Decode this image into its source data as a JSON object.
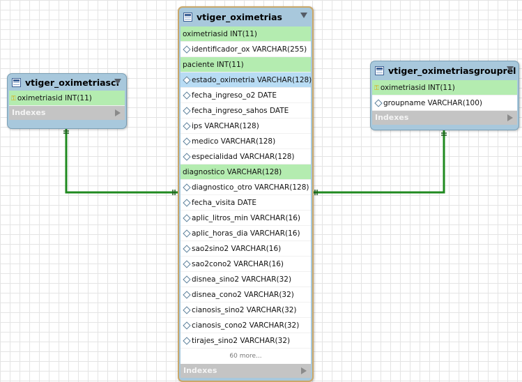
{
  "tables": {
    "left": {
      "name": "vtiger_oximetriascf",
      "columns": [
        {
          "text": "oximetriasid INT(11)",
          "kind": "pk"
        }
      ],
      "indexes_label": "Indexes"
    },
    "center": {
      "name": "vtiger_oximetrias",
      "columns": [
        {
          "text": "oximetriasid INT(11)",
          "kind": "fk"
        },
        {
          "text": "identificador_ox VARCHAR(255)",
          "kind": "col"
        },
        {
          "text": "paciente INT(11)",
          "kind": "fk"
        },
        {
          "text": "estado_oximetria VARCHAR(128)",
          "kind": "sel"
        },
        {
          "text": "fecha_ingreso_o2 DATE",
          "kind": "col"
        },
        {
          "text": "fecha_ingreso_sahos DATE",
          "kind": "col"
        },
        {
          "text": "ips VARCHAR(128)",
          "kind": "col"
        },
        {
          "text": "medico VARCHAR(128)",
          "kind": "col"
        },
        {
          "text": "especialidad VARCHAR(128)",
          "kind": "col"
        },
        {
          "text": "diagnostico VARCHAR(128)",
          "kind": "fk"
        },
        {
          "text": "diagnostico_otro VARCHAR(128)",
          "kind": "col"
        },
        {
          "text": "fecha_visita DATE",
          "kind": "col"
        },
        {
          "text": "aplic_litros_min VARCHAR(16)",
          "kind": "col"
        },
        {
          "text": "aplic_horas_dia VARCHAR(16)",
          "kind": "col"
        },
        {
          "text": "sao2sino2 VARCHAR(16)",
          "kind": "col"
        },
        {
          "text": "sao2cono2 VARCHAR(16)",
          "kind": "col"
        },
        {
          "text": "disnea_sino2 VARCHAR(32)",
          "kind": "col"
        },
        {
          "text": "disnea_cono2 VARCHAR(32)",
          "kind": "col"
        },
        {
          "text": "cianosis_sino2 VARCHAR(32)",
          "kind": "col"
        },
        {
          "text": "cianosis_cono2 VARCHAR(32)",
          "kind": "col"
        },
        {
          "text": "tirajes_sino2 VARCHAR(32)",
          "kind": "col"
        }
      ],
      "more_label": "60 more...",
      "indexes_label": "Indexes"
    },
    "right": {
      "name": "vtiger_oximetriasgrouprel",
      "columns": [
        {
          "text": "oximetriasid INT(11)",
          "kind": "pk"
        },
        {
          "text": "groupname VARCHAR(100)",
          "kind": "col"
        }
      ],
      "indexes_label": "Indexes"
    }
  },
  "colors": {
    "header": "#a8c8dc",
    "key_row": "#b4ecb0",
    "selected_row": "#b8dcf4",
    "connector": "#2a9a2a",
    "indexes_bar": "#c4c4c4"
  }
}
